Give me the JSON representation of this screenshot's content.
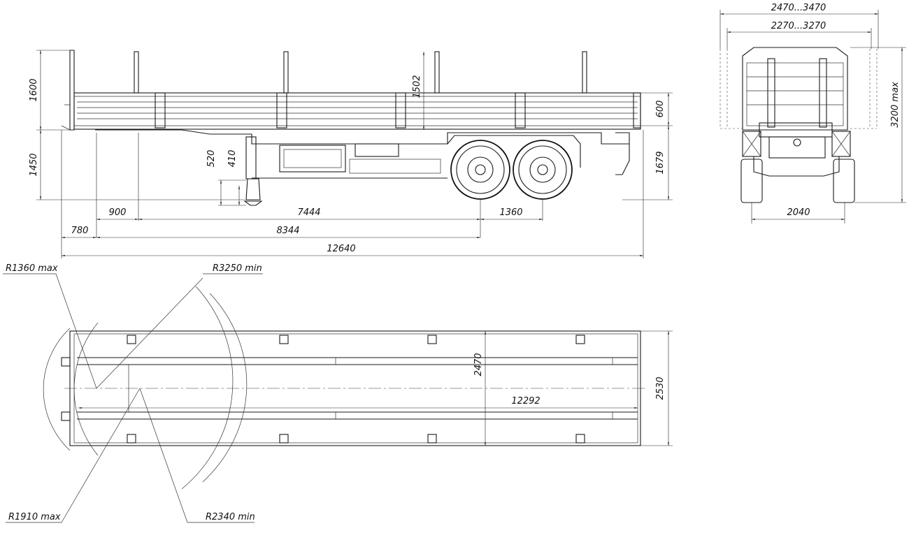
{
  "side_view": {
    "dim_overall_length": "12640",
    "dim_8344": "8344",
    "dim_7444": "7444",
    "dim_900": "900",
    "dim_780": "780",
    "dim_1360": "1360",
    "dim_1600": "1600",
    "dim_1450": "1450",
    "dim_1502": "1502",
    "dim_600": "600",
    "dim_1679": "1679",
    "dim_520": "520",
    "dim_410": "410"
  },
  "rear_view": {
    "dim_2470_3470": "2470...3470",
    "dim_2270_3270": "2270...3270",
    "dim_3200max": "3200 max",
    "dim_2040": "2040"
  },
  "top_view": {
    "r1360": "R1360 max",
    "r3250": "R3250 min",
    "r1910": "R1910 max",
    "r2340": "R2340 min",
    "dim_2470": "2470",
    "dim_12292": "12292",
    "dim_2530": "2530"
  }
}
